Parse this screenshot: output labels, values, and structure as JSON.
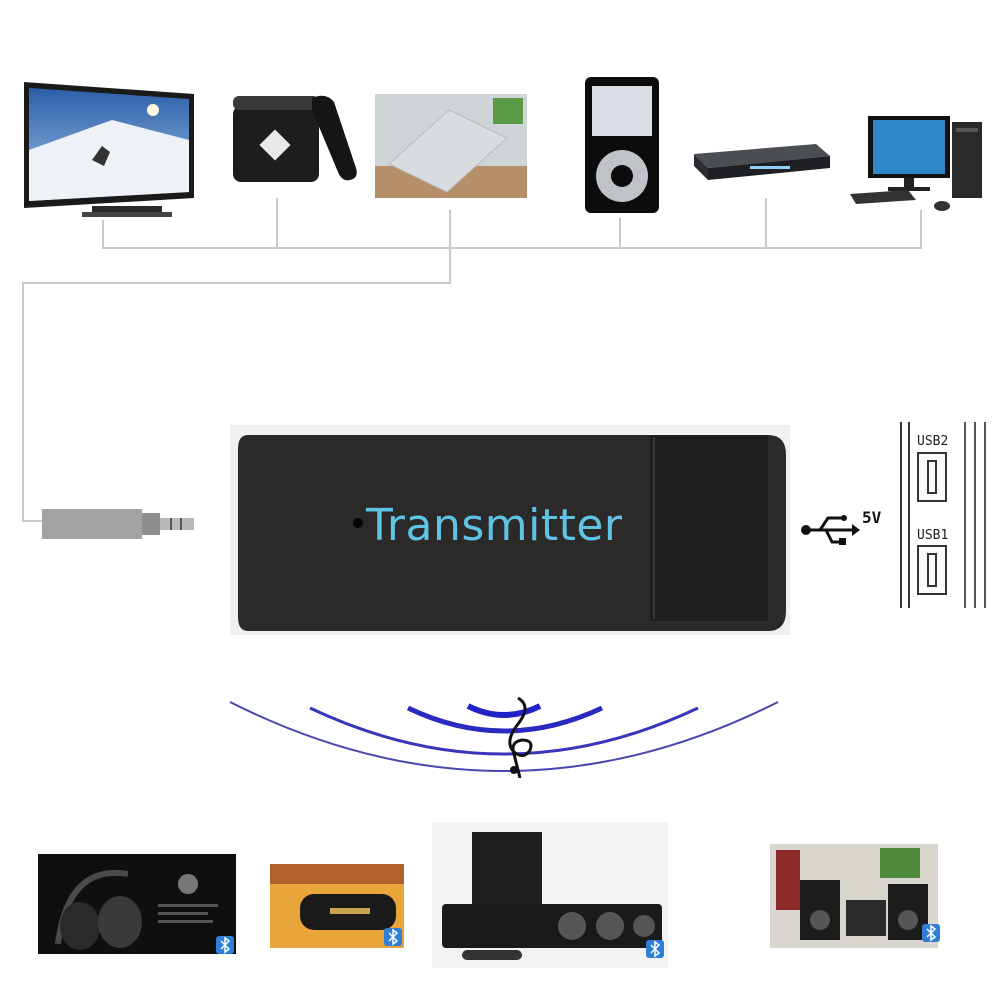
{
  "device": {
    "label": "Transmitter"
  },
  "usb_panel": {
    "port_top_label": "USB2",
    "port_bottom_label": "USB1",
    "power_label": "5V"
  },
  "source_devices": [
    "tv-icon",
    "tv-box-icon",
    "laptop-icon",
    "mp3-player-icon",
    "dvd-player-icon",
    "desktop-pc-icon"
  ],
  "receiver_devices": [
    "headphones-icon",
    "bluetooth-speaker-icon",
    "soundbar-icon",
    "bookshelf-speakers-icon"
  ],
  "colors": {
    "accent": "#5fc3e6",
    "wave": "#3a38b8",
    "bluetooth": "#2f7fd6",
    "connector_line": "#c9c9c9"
  }
}
